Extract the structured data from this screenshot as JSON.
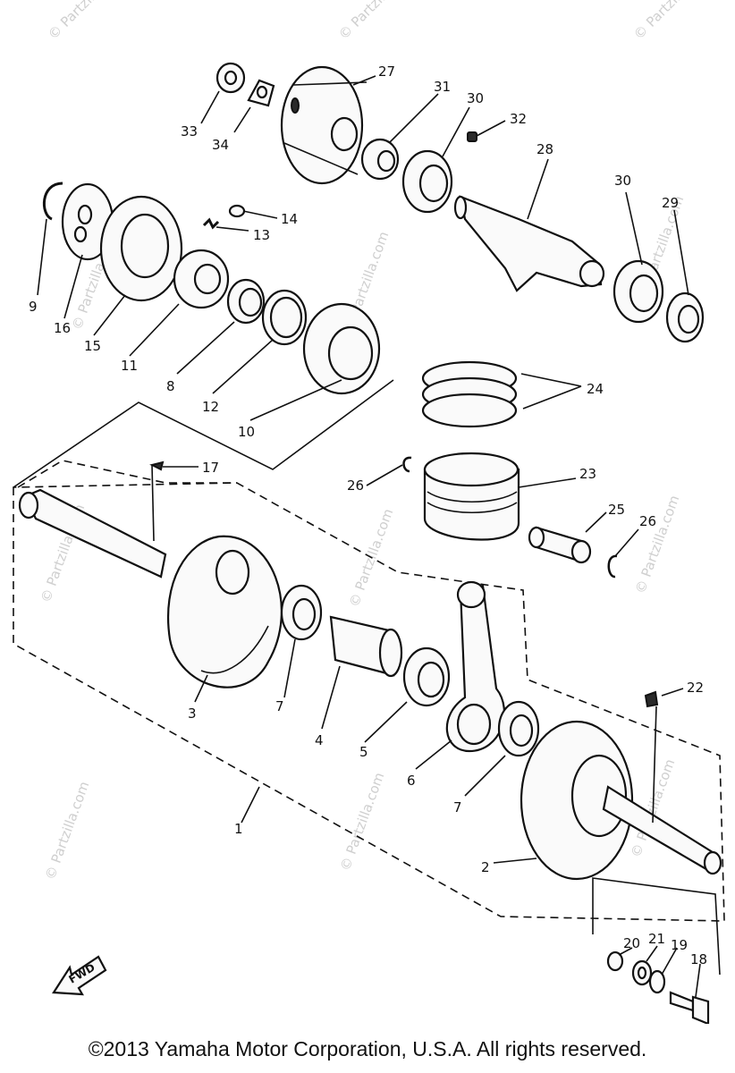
{
  "watermark": "© Partzilla.com",
  "callouts": [
    "1",
    "2",
    "3",
    "4",
    "5",
    "6",
    "7",
    "8",
    "9",
    "10",
    "11",
    "12",
    "13",
    "14",
    "15",
    "16",
    "17",
    "18",
    "19",
    "20",
    "21",
    "22",
    "23",
    "24",
    "25",
    "26",
    "27",
    "28",
    "29",
    "30",
    "31",
    "32",
    "33",
    "34"
  ],
  "fwd_label": "FWD",
  "copyright": "©2013 Yamaha Motor Corporation, U.S.A. All rights reserved."
}
